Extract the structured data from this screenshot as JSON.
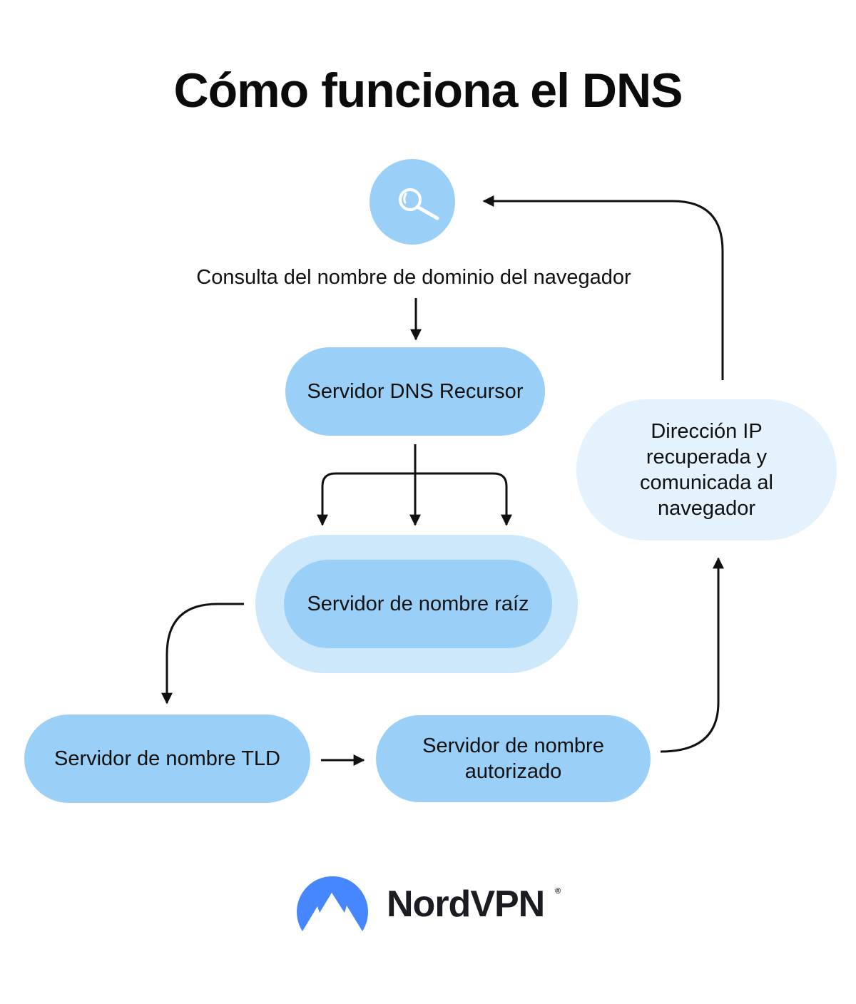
{
  "title": "Cómo funciona el DNS",
  "query_label": "Consulta del nombre de dominio del navegador",
  "nodes": {
    "recursor": "Servidor DNS Recursor",
    "root": "Servidor de nombre raíz",
    "tld": "Servidor de nombre TLD",
    "authoritative": "Servidor de nombre autorizado",
    "ip_result": "Dirección IP recuperada y comunicada al navegador"
  },
  "brand": {
    "name": "NordVPN",
    "registered_mark": "®",
    "logo_color": "#4687ff"
  },
  "colors": {
    "node_fill": "#9ad0f7",
    "root_halo": "#cde8fb",
    "result_fill": "#e4f2fd",
    "arrow": "#111111"
  },
  "icons": {
    "query": "search-icon",
    "brand": "nordvpn-mountain-logo"
  }
}
